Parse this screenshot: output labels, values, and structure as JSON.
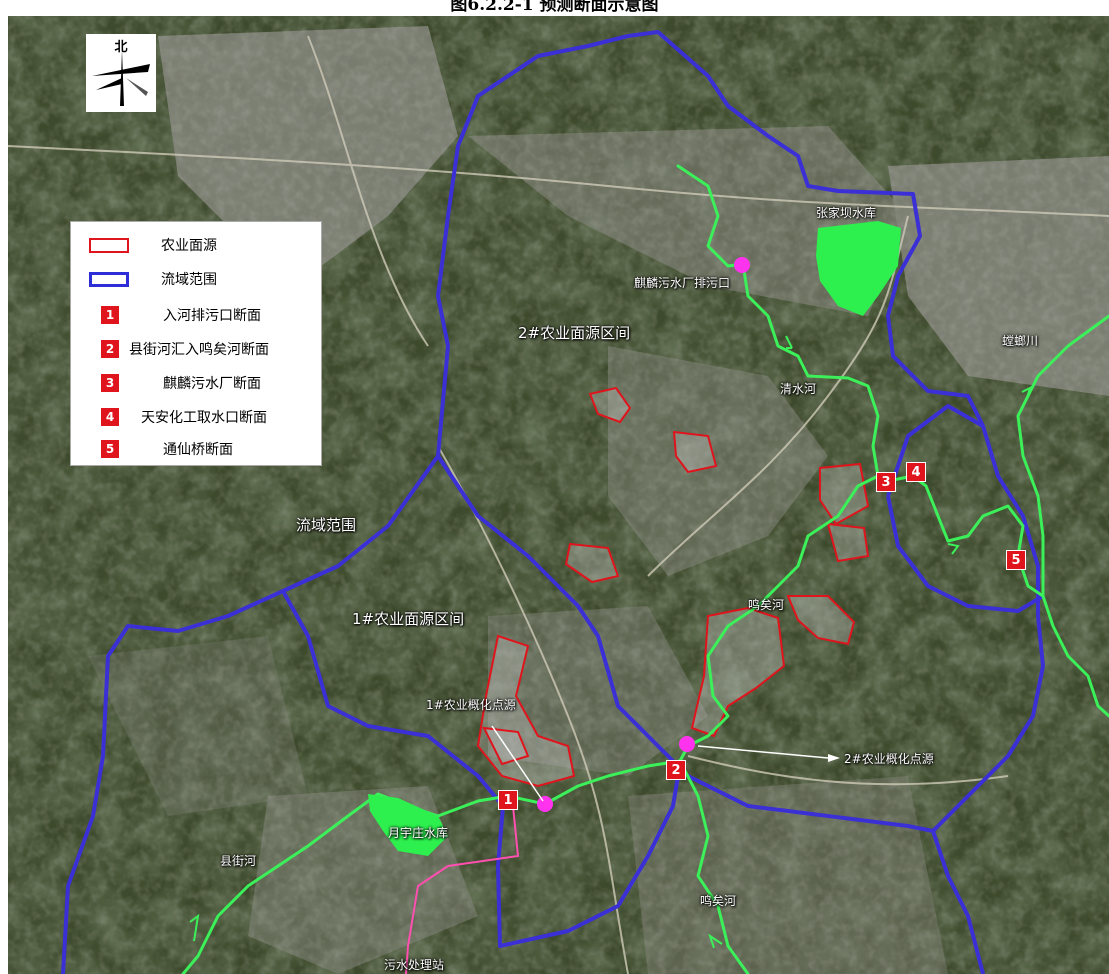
{
  "caption": "图6.2.2-1 预测断面示意图",
  "compass": {
    "north_label": "北",
    "icon": "north-arrow-icon"
  },
  "legend": {
    "items": [
      {
        "label": "农业面源",
        "swatch": "outline",
        "color": "#e0141c"
      },
      {
        "label": "流域范围",
        "swatch": "outline",
        "color": "#2e2ed8"
      },
      {
        "number": "1",
        "label": "入河排污口断面"
      },
      {
        "number": "2",
        "label": "县街河汇入鸣矣河断面"
      },
      {
        "number": "3",
        "label": "麒麟污水厂断面"
      },
      {
        "number": "4",
        "label": "天安化工取水口断面"
      },
      {
        "number": "5",
        "label": "通仙桥断面"
      }
    ]
  },
  "map_labels": {
    "zhangjiaba": "张家坝水库",
    "qilin_outfall": "麒麟污水厂排污口",
    "zone2": "2#农业面源区间",
    "qingshui": "清水河",
    "liuyu": "流域范围",
    "zone1": "1#农业面源区间",
    "point1": "1#农业概化点源",
    "point2": "2#农业概化点源",
    "mingyi_mid": "鸣矣河",
    "mingyi_south": "鸣矣河",
    "xianjie": "县街河",
    "yueyazhuang": "月宇庄水库",
    "sewage_station": "污水处理站",
    "east_river": "螳螂川"
  },
  "section_markers": [
    "1",
    "2",
    "3",
    "4",
    "5"
  ],
  "colors": {
    "watershed": "#3b2fd6",
    "agri_source": "#e0141c",
    "river": "#3cf05a",
    "reservoir": "#2df04e",
    "point_source": "#ff33ee",
    "marker": "#e0141c"
  }
}
